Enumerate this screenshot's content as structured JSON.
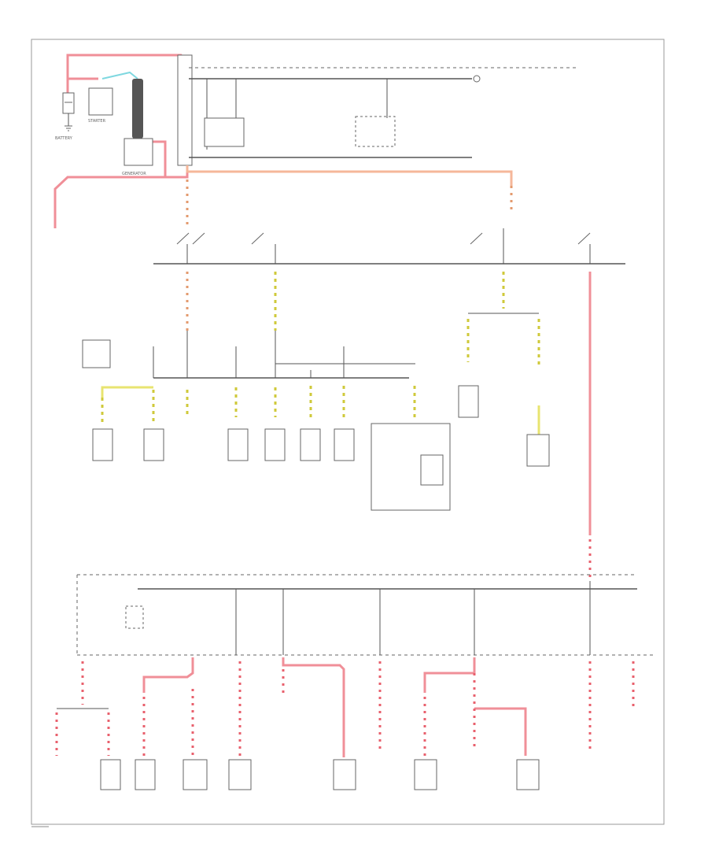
{
  "components": {
    "battery": "BATTERY",
    "starter": "STARTER",
    "generator": "GENERATOR"
  },
  "colors": {
    "red_wire": "#f08f98",
    "orange_wire": "#f5b79a",
    "yellow_wire": "#e8e470",
    "linework": "#555555"
  }
}
